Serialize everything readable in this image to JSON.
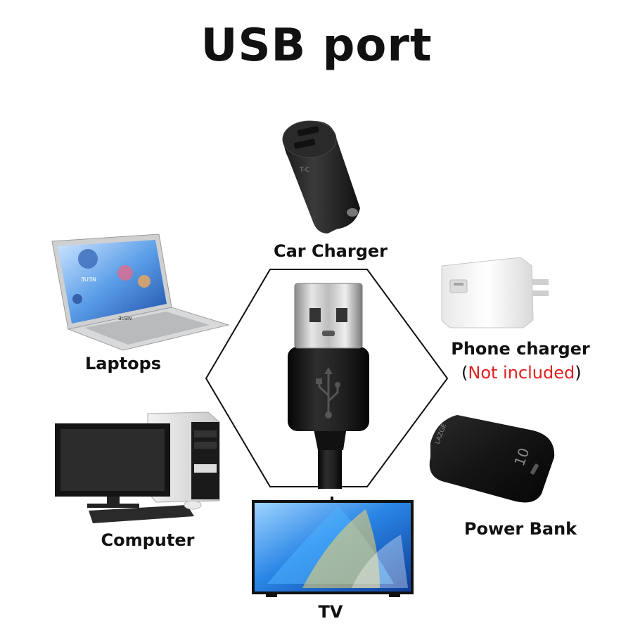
{
  "title": "USB port",
  "devices": {
    "car_charger": "Car Charger",
    "laptops": "Laptops",
    "phone_charger": "Phone charger",
    "phone_charger_note_open": "(",
    "phone_charger_note": "Not included",
    "phone_charger_note_close": ")",
    "computer": "Computer",
    "power_bank": "Power Bank",
    "tv": "TV"
  },
  "logos": {
    "laptop_screen_brand": "ƎUƎN",
    "laptop_keyboard_brand": "ƎUƎN",
    "powerbank_brand": "LAZGE",
    "powerbank_number": "10"
  },
  "colors": {
    "accent_red": "#e02020",
    "cable_black": "#1a1a1a"
  }
}
